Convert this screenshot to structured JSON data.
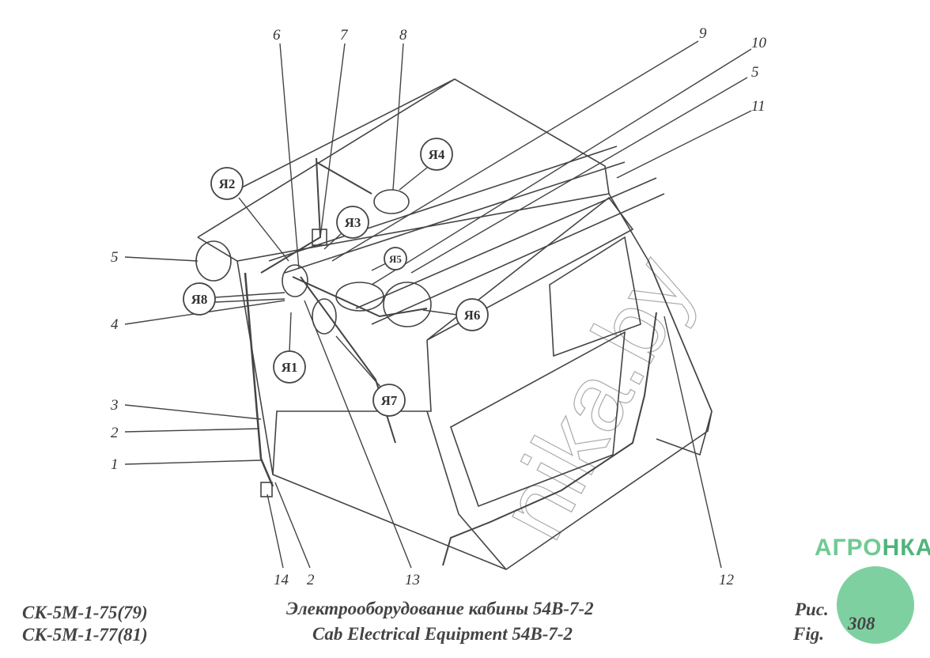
{
  "callouts": {
    "c6": "6",
    "c7": "7",
    "c8": "8",
    "c9": "9",
    "c10": "10",
    "c5r": "5",
    "c11": "11",
    "c5l": "5",
    "c4": "4",
    "c3": "3",
    "c2l": "2",
    "c1": "1",
    "c14": "14",
    "c2b": "2",
    "c13": "13",
    "c12": "12"
  },
  "connectors": {
    "ya1": "Я1",
    "ya2": "Я2",
    "ya3": "Я3",
    "ya4": "Я4",
    "ya5": "Я5",
    "ya6": "Я6",
    "ya7": "Я7",
    "ya8": "Я8"
  },
  "caption": {
    "model_1": "СК-5М-1-75(79)",
    "model_2": "СК-5М-1-77(81)",
    "title_ru": "Электрооборудование кабины  54В-7-2",
    "title_en": "Cab Electrical Equipment  54B-7-2",
    "fig_ru": "Рис.",
    "fig_en": "Fig.",
    "fig_number": "308"
  },
  "watermark": "nika.by",
  "logo": {
    "left": "АГРО",
    "right": "НКА"
  },
  "colors": {
    "line": "#444444",
    "logo": "#7fd0a0"
  }
}
